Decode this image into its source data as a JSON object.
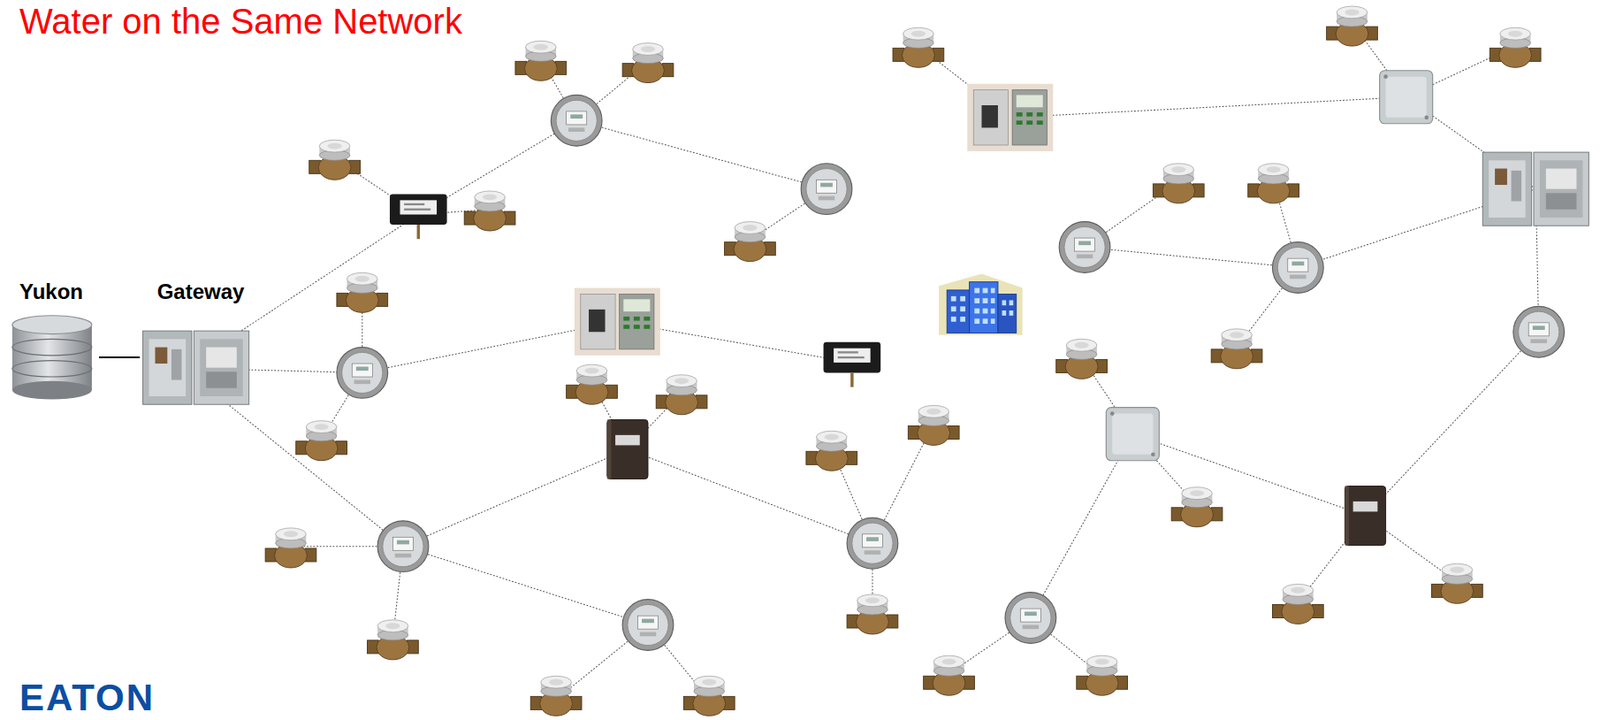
{
  "diagram": {
    "title": "Water on the Same Network",
    "nodes": [
      {
        "text": [
          "Yukon"
        ]
      },
      {
        "text": [
          "Gateway"
        ]
      }
    ],
    "edges": [
      {
        "from": 0,
        "to": 1,
        "arrow": "none"
      }
    ],
    "labels": [
      "EATON"
    ]
  }
}
